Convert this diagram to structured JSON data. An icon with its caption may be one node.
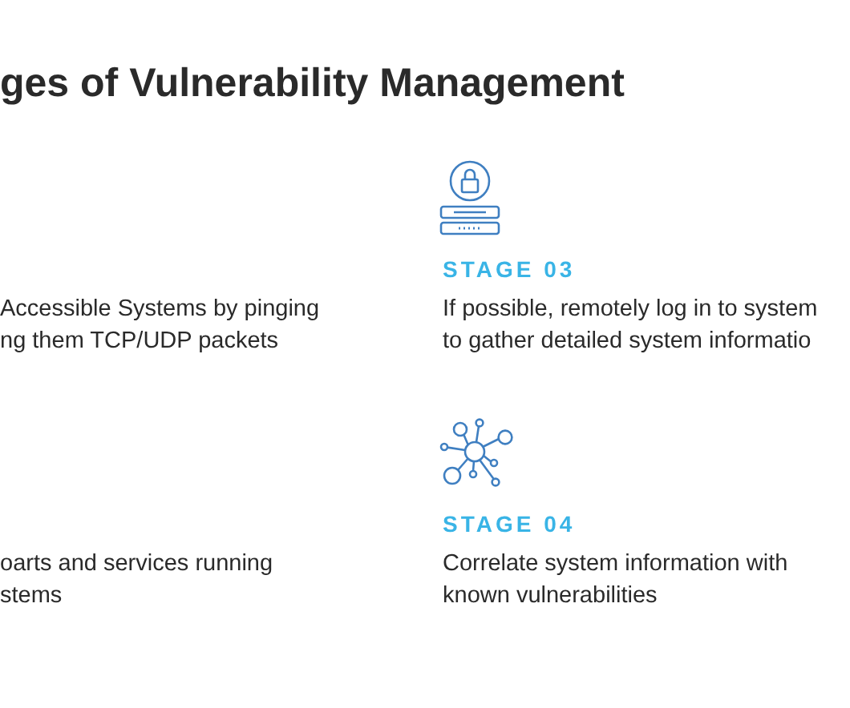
{
  "diagram": {
    "title": "ges of Vulnerability Management",
    "labels": [
      "STAGE 03",
      "Accessible Systems by pinging ng them TCP/UDP packets",
      "If possible, remotely log in to system to gather detailed system informatio",
      "STAGE 04",
      "oarts and services running stems",
      "Correlate system information with known vulnerabilities"
    ]
  }
}
